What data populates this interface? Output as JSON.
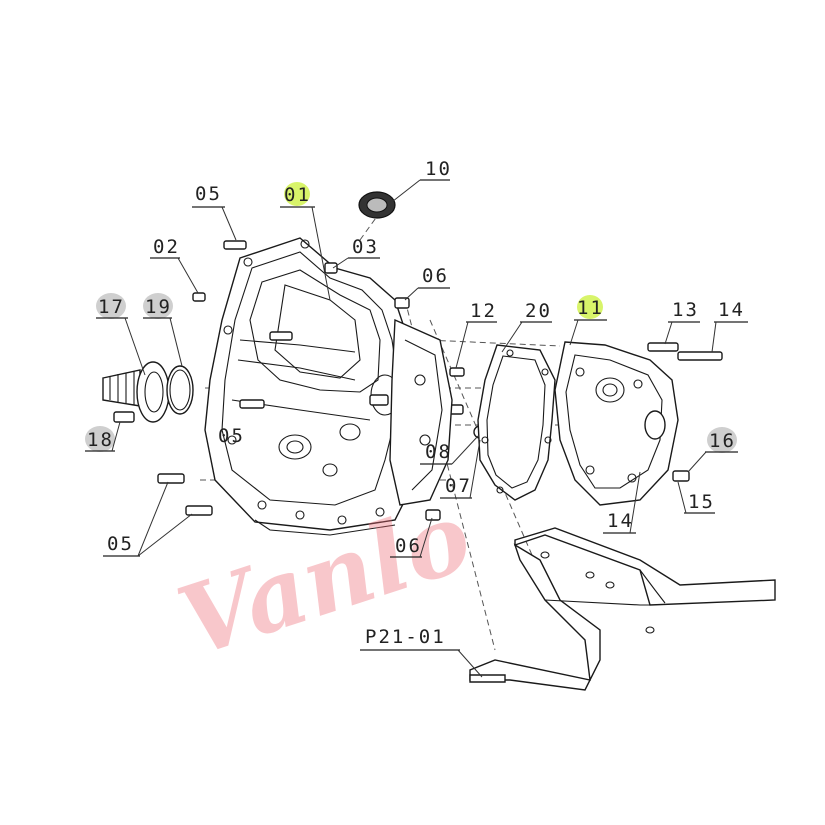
{
  "diagram": {
    "reference_label": "P21-01",
    "watermark": "Vanlo",
    "callouts": [
      {
        "id": "c05a",
        "label": "05",
        "style": "plain"
      },
      {
        "id": "c01",
        "label": "01",
        "style": "green"
      },
      {
        "id": "c10",
        "label": "10",
        "style": "plain"
      },
      {
        "id": "c02",
        "label": "02",
        "style": "plain"
      },
      {
        "id": "c03",
        "label": "03",
        "style": "plain"
      },
      {
        "id": "c06a",
        "label": "06",
        "style": "plain"
      },
      {
        "id": "c17",
        "label": "17",
        "style": "grey"
      },
      {
        "id": "c19",
        "label": "19",
        "style": "grey"
      },
      {
        "id": "c12",
        "label": "12",
        "style": "plain"
      },
      {
        "id": "c20",
        "label": "20",
        "style": "plain"
      },
      {
        "id": "c11",
        "label": "11",
        "style": "green"
      },
      {
        "id": "c13",
        "label": "13",
        "style": "plain"
      },
      {
        "id": "c14a",
        "label": "14",
        "style": "plain"
      },
      {
        "id": "c18",
        "label": "18",
        "style": "grey"
      },
      {
        "id": "c05b",
        "label": "05",
        "style": "plain"
      },
      {
        "id": "c08",
        "label": "08",
        "style": "plain"
      },
      {
        "id": "c16",
        "label": "16",
        "style": "grey"
      },
      {
        "id": "c07",
        "label": "07",
        "style": "plain"
      },
      {
        "id": "c15",
        "label": "15",
        "style": "plain"
      },
      {
        "id": "c14b",
        "label": "14",
        "style": "plain"
      },
      {
        "id": "c05c",
        "label": "05",
        "style": "plain"
      },
      {
        "id": "c06b",
        "label": "06",
        "style": "plain"
      }
    ],
    "colors": {
      "highlight_green": "#d8f46a",
      "highlight_grey": "#cfcfcf",
      "watermark": "#ef6d78"
    }
  }
}
